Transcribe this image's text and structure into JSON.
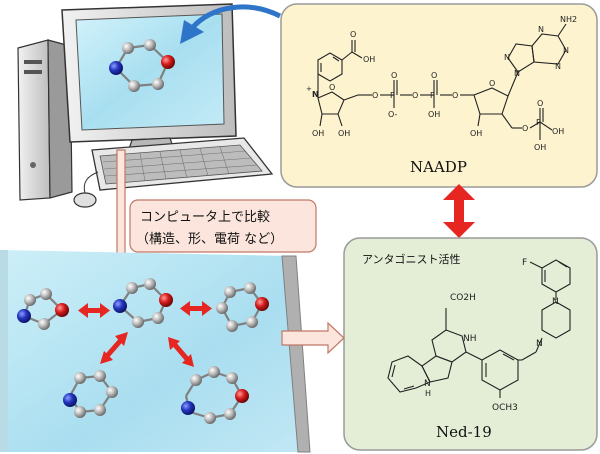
{
  "naadp_box": {
    "label": "NAADP",
    "atoms": {
      "acid_oh": "OH",
      "acid_o": "O",
      "nh2": "NH2",
      "pyridinium_n": "N",
      "n_plus": "+",
      "ring_o1": "O",
      "ring_o2": "O",
      "p1": "P",
      "p2": "P",
      "o_minus": "O-",
      "p2_oh": "OH",
      "p1_o": "O",
      "p2_o": "O",
      "bridge_o1": "O",
      "bridge_o2": "O",
      "bridge_o3": "O",
      "oh_1": "OH",
      "oh_2": "OH",
      "oh_3": "OH",
      "phos_p": "P",
      "phos_o": "O",
      "phos_oh1": "OH",
      "phos_oh2": "OH",
      "phos_ester_o": "O",
      "adenine_n1": "N",
      "adenine_n2": "N",
      "adenine_n3": "N",
      "adenine_n4": "N",
      "adenine_n5": "N"
    }
  },
  "comparison_label": {
    "line1": "コンピュータ上で比較",
    "line2": "（構造、形、電荷 など）"
  },
  "antagonist_box": {
    "title": "アンタゴニスト活性",
    "label": "Ned-19",
    "atoms": {
      "f": "F",
      "n_top": "N",
      "n_bottom": "N",
      "co2h": "CO2H",
      "nh_ring": "NH",
      "nh_indole": "N",
      "h_indole": "H",
      "och3": "OCH3"
    }
  },
  "colors": {
    "naadp_bg": "#fdf3cf",
    "ned_bg": "#e4eed6",
    "label_bg": "#fbe5dc",
    "red_arrow": "#e52621",
    "blue_arrow": "#2e74c9",
    "atom_blue": "#2030b0",
    "atom_red": "#d02020",
    "atom_gray": "#a8a8a8"
  }
}
